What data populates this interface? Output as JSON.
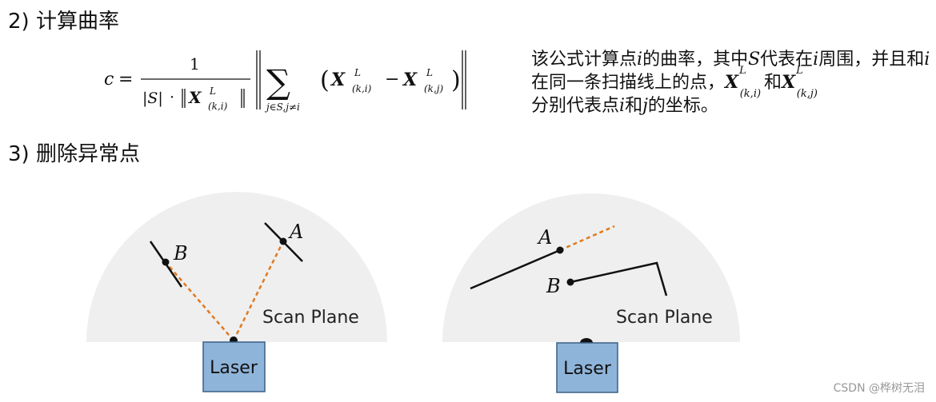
{
  "section2": {
    "heading": "2) 计算曲率"
  },
  "formula": {
    "lhs": "c",
    "equals": "=",
    "numerator": "1",
    "denominator_set": "|S|",
    "dot": "·",
    "denominator_x": "X",
    "sup_L": "L",
    "sub_ki": "(k,i)",
    "sub_kj": "(k,j)",
    "sum_symbol": "∑",
    "sum_index": "j∈S,j≠i",
    "minus": "−",
    "lparen": "(",
    "rparen": ")"
  },
  "description": {
    "part1": "该公式计算点",
    "i1": "i",
    "part2": "的曲率，其中",
    "S": "S",
    "part3": "代表在",
    "i2": "i",
    "part4": "周围，并且和",
    "i3": "i",
    "part5": "在同一条扫描线上的点，",
    "X1": "X",
    "and": "和",
    "X2": "X",
    "sup_L": "L",
    "sub_ki": "(k,i)",
    "sub_kj": "(k,j)",
    "part6": "分别代表点",
    "i4": "i",
    "part7": "和",
    "j": "j",
    "part8": "的坐标。"
  },
  "section3": {
    "heading": "3) 删除异常点"
  },
  "diagram_left": {
    "label_A": "A",
    "label_B": "B",
    "scan_plane": "Scan Plane",
    "laser": "Laser"
  },
  "diagram_right": {
    "label_A": "A",
    "label_B": "B",
    "scan_plane": "Scan Plane",
    "laser": "Laser"
  },
  "colors": {
    "scan_plane_fill": "#efefef",
    "laser_box_fill": "#8fb4d9",
    "laser_box_stroke": "#3a5f85",
    "ray_color": "#e07a1f",
    "line_color": "#111111"
  },
  "watermark": "CSDN @桦树无泪"
}
